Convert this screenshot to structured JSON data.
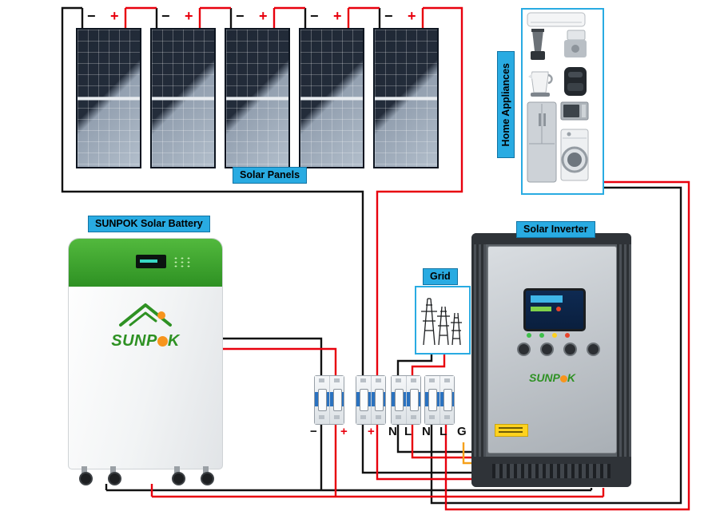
{
  "labels": {
    "solar_panels": "Solar Panels",
    "battery": "SUNPOK Solar Battery",
    "inverter": "Solar Inverter",
    "grid": "Grid",
    "home_appliances": "Home Appliances"
  },
  "marks": {
    "minus": "−",
    "plus": "+"
  },
  "breaker_terminals": [
    "−",
    "+",
    "+",
    "N",
    "L",
    "N",
    "L",
    "G"
  ],
  "battery": {
    "brand_left": "SUNP",
    "brand_right": "K"
  },
  "inverter": {
    "brand_left": "SUNP",
    "brand_right": "K"
  },
  "colors": {
    "label_bg": "#29abe2",
    "wire_black": "#111111",
    "wire_red": "#e8000d",
    "wire_orange": "#f6a01a",
    "battery_green": "#2e9123",
    "sun_orange": "#f7941d"
  }
}
